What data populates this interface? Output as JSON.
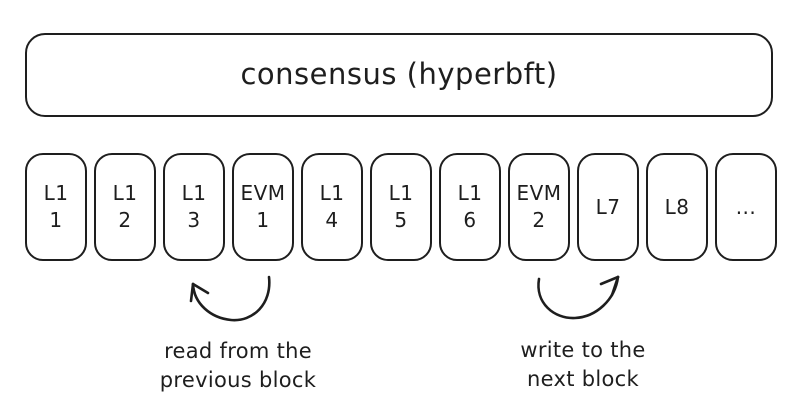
{
  "consensus": {
    "label": "consensus (hyperbft)"
  },
  "blocks": [
    {
      "line1": "L1",
      "line2": "1"
    },
    {
      "line1": "L1",
      "line2": "2"
    },
    {
      "line1": "L1",
      "line2": "3"
    },
    {
      "line1": "EVM",
      "line2": "1"
    },
    {
      "line1": "L1",
      "line2": "4"
    },
    {
      "line1": "L1",
      "line2": "5"
    },
    {
      "line1": "L1",
      "line2": "6"
    },
    {
      "line1": "EVM",
      "line2": "2"
    },
    {
      "line1": "L7",
      "line2": ""
    },
    {
      "line1": "L8",
      "line2": ""
    },
    {
      "line1": "...",
      "line2": ""
    }
  ],
  "annotations": {
    "read": {
      "line1": "read from the",
      "line2": "previous block"
    },
    "write": {
      "line1": "write to the",
      "line2": "next block"
    }
  },
  "colors": {
    "stroke": "#1e1e1e",
    "background": "#ffffff"
  }
}
